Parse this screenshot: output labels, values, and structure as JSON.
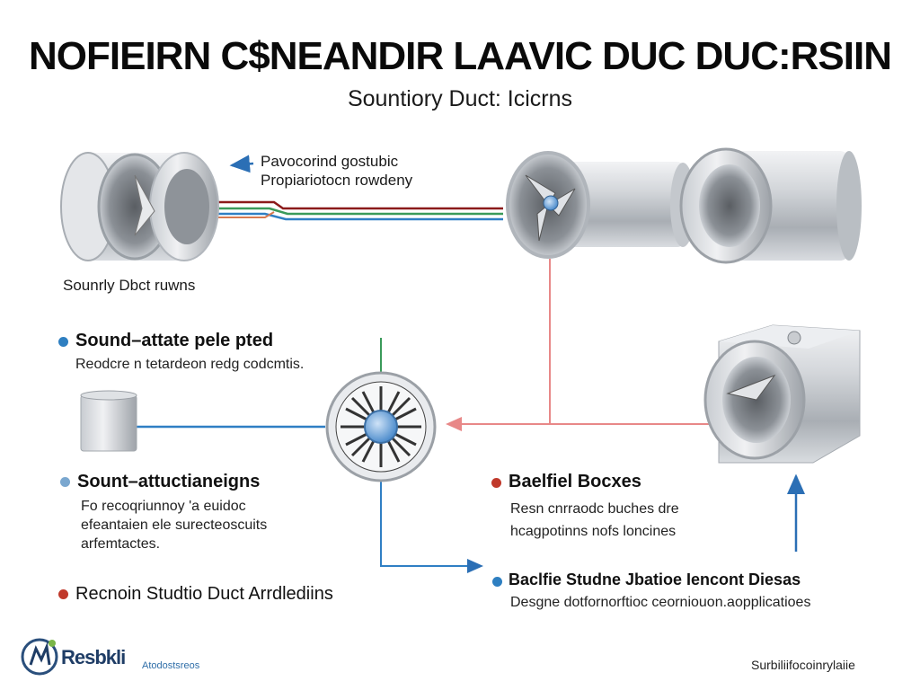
{
  "title": "NOFIEIRN C$NEANDIR LAAVIC DUC DUC:RSIIN",
  "subtitle": "Sountiory Duct: Icicrns",
  "top_annotation": {
    "line1": "Pavocorind gostubic",
    "line2": "Propiariotocn rowdeny"
  },
  "left_caption": "Sounrly Dbct ruwns",
  "sections": [
    {
      "heading": "Sound–attate pele pted",
      "lines": [
        "Reodcre n tetardeon redg codcmtis."
      ],
      "bullet_color": "#2e7fc1"
    },
    {
      "heading": "Sount–attuctianeigns",
      "lines": [
        "Fo recoqriunnoy 'a euidoc",
        "efeantaien ele surecteoscuits",
        "arfemtactes."
      ],
      "bullet_color": "#7aa7cf"
    },
    {
      "heading": "Recnoin Studtio Duct Arrdlediins",
      "lines": [],
      "bullet_color": "#c0392b"
    },
    {
      "heading": "Baelfiel Bocxes",
      "lines": [
        "Resn cnrraodc buches dre",
        "hcagpotinns nofs loncines"
      ],
      "bullet_color": "#c0392b"
    },
    {
      "heading": "Baclfie Studne Jbatioe Iencont Diesas",
      "lines": [
        "Desgne dotfornorftioc ceorniouon.aopplicatioes"
      ],
      "bullet_color": "#2e7fc1"
    }
  ],
  "footer": {
    "logo_text": "Resbkli",
    "logo_sub": "Atodostsreos",
    "right_text": "Surbiliifocoinrylaiie"
  },
  "colors": {
    "red_line": "#8b1a1a",
    "green_line": "#3a9a5a",
    "blue_line": "#2f7fc4",
    "pink_line": "#e88888",
    "blue_arrow": "#2b6fb5"
  },
  "icons": [
    "duct-silencer-icon",
    "inline-fan-icon",
    "duct-cylinder-icon",
    "round-fan-icon",
    "baffle-box-icon",
    "small-duct-icon"
  ]
}
